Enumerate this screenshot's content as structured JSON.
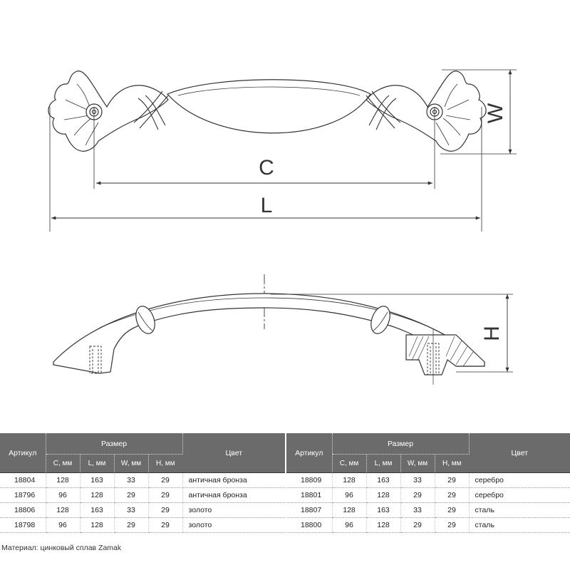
{
  "drawing": {
    "dimension_labels": {
      "c": "C",
      "l": "L",
      "w": "W",
      "h": "H"
    }
  },
  "table_headers": {
    "article": "Артикул",
    "size": "Размер",
    "color": "Цвет",
    "c": "C, мм",
    "l": "L, мм",
    "w": "W, мм",
    "h": "H, мм"
  },
  "left_table": [
    {
      "article": "18804",
      "c": "128",
      "l": "163",
      "w": "33",
      "h": "29",
      "color": "античная бронза"
    },
    {
      "article": "18796",
      "c": "96",
      "l": "128",
      "w": "29",
      "h": "29",
      "color": "античная бронза"
    },
    {
      "article": "18806",
      "c": "128",
      "l": "163",
      "w": "33",
      "h": "29",
      "color": "золото"
    },
    {
      "article": "18798",
      "c": "96",
      "l": "128",
      "w": "29",
      "h": "29",
      "color": "золото"
    }
  ],
  "right_table": [
    {
      "article": "18809",
      "c": "128",
      "l": "163",
      "w": "33",
      "h": "29",
      "color": "серебро"
    },
    {
      "article": "18801",
      "c": "96",
      "l": "128",
      "w": "29",
      "h": "29",
      "color": "серебро"
    },
    {
      "article": "18807",
      "c": "128",
      "l": "163",
      "w": "33",
      "h": "29",
      "color": "сталь"
    },
    {
      "article": "18800",
      "c": "96",
      "l": "128",
      "w": "29",
      "h": "29",
      "color": "сталь"
    }
  ],
  "material_note": "Материал: цинковый сплав Zamak"
}
